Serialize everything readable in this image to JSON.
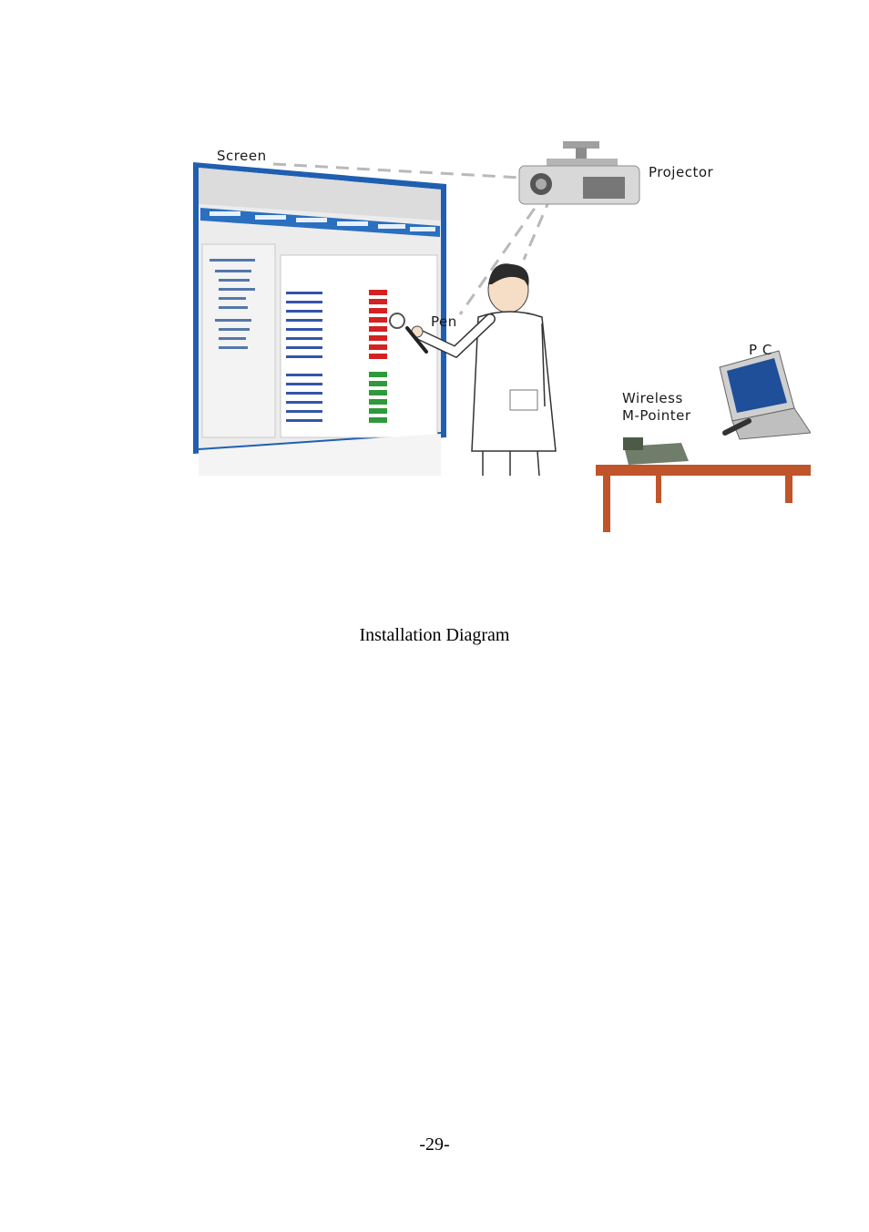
{
  "figure": {
    "labels": {
      "screen": "Screen",
      "projector": "Projector",
      "pen": "Pen",
      "pc": "P C",
      "wireless_line1": "Wireless",
      "wireless_line2": "M-Pointer"
    },
    "colors": {
      "screen_frame": "#1f5fb0",
      "screen_tabbar": "#2a6fc0",
      "dashed_line": "#b9b9b9",
      "table_wood": "#c0542a",
      "laptop_screen": "#1f4f99",
      "red_cell": "#d42121",
      "green_cell": "#2e9a3a"
    }
  },
  "caption": "Installation Diagram",
  "page_number": "-29-"
}
